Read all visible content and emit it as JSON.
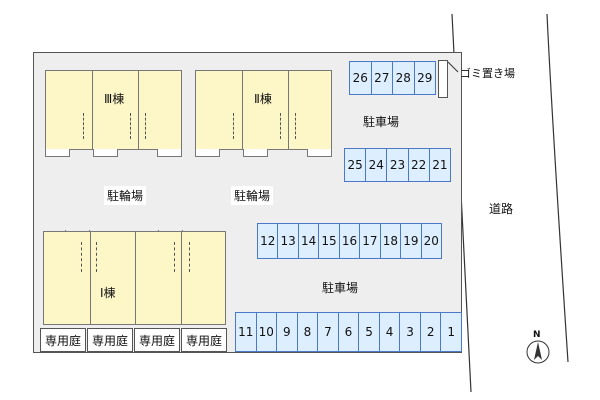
{
  "buildings": {
    "b3": {
      "label": "Ⅲ棟"
    },
    "b2": {
      "label": "Ⅱ棟"
    },
    "b1": {
      "label": "Ⅰ棟"
    }
  },
  "bicycle_parking": [
    "駐輪場",
    "駐輪場"
  ],
  "parking": {
    "label_top": "駐車場",
    "label_mid": "駐車場",
    "row_a": [
      "26",
      "27",
      "28",
      "29"
    ],
    "row_b": [
      "25",
      "24",
      "23",
      "22",
      "21"
    ],
    "row_c": [
      "12",
      "13",
      "14",
      "15",
      "16",
      "17",
      "18",
      "19",
      "20"
    ],
    "row_d": [
      "11",
      "10",
      "9",
      "8",
      "7",
      "6",
      "5",
      "4",
      "3",
      "2",
      "1"
    ]
  },
  "garbage": "ゴミ置き場",
  "gardens": [
    "専用庭",
    "専用庭",
    "専用庭",
    "専用庭"
  ],
  "road": "道路",
  "compass": "N",
  "colors": {
    "building": "#fdf7c8",
    "parking_slot": "#ddeeff",
    "slot_border": "#4b78c8",
    "site": "#eeeeee"
  }
}
